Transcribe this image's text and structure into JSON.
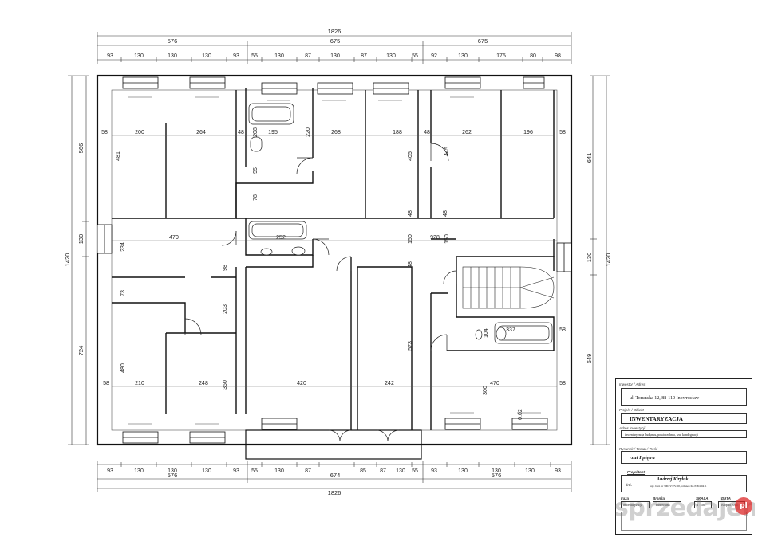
{
  "colors": {
    "line": "#111111",
    "background": "#ffffff",
    "watermark": "#808080",
    "badge": "#dc2828"
  },
  "dimensions": {
    "top_total": "1826",
    "top_mid": [
      "576",
      "675",
      "675"
    ],
    "top_small": [
      "93",
      "130",
      "130",
      "130",
      "93",
      "55",
      "130",
      "87",
      "130",
      "87",
      "130",
      "55",
      "92",
      "130",
      "175",
      "80",
      "98"
    ],
    "bottom_total": "1826",
    "bottom_mid": [
      "576",
      "674",
      "576"
    ],
    "bottom_small": [
      "93",
      "130",
      "130",
      "130",
      "93",
      "55",
      "130",
      "87",
      "85",
      "87",
      "130",
      "55",
      "93",
      "130",
      "130",
      "130",
      "93"
    ],
    "left_outer": "1420",
    "left_mid": [
      "566",
      "130",
      "724"
    ],
    "right_outer": "1420",
    "right_mid": [
      "641",
      "130",
      "649"
    ]
  },
  "interior_labels": [
    "58",
    "200",
    "264",
    "48",
    "195",
    "268",
    "188",
    "48",
    "262",
    "196",
    "58",
    "481",
    "405",
    "445",
    "95",
    "78",
    "208",
    "220",
    "470",
    "252",
    "150",
    "928",
    "234",
    "98",
    "150",
    "48",
    "48",
    "48",
    "73",
    "203",
    "573",
    "337",
    "104",
    "58",
    "480",
    "58",
    "210",
    "248",
    "350",
    "420",
    "242",
    "300",
    "470",
    "58",
    "0.02"
  ],
  "title_block": {
    "investor_label": "Inwestor / Adres",
    "address": "ul. Toruńska 12, 88-110 Inowrocław",
    "project_label": "Projekt / Obiekt",
    "project": "INWENTARYZACJA",
    "inv_label": "Adres inwestycji",
    "inv_desc": "inwentaryzacja budynku, powierzchnia, rzut kondygnacji",
    "drawing_label": "Rysunek / Temat / Treść",
    "drawing": "rzut I piętra",
    "designer_label": "Projektant",
    "designer_role": "inż.",
    "designer_name": "Andrzej Kiryluk",
    "designer_detail": "upr. bud. nr 300/IV/TV/00, członek KUJ/BO/0411",
    "phase_label": "Faza",
    "branch_label": "Branża",
    "scale_label": "SKALA",
    "date_label": "DATA",
    "phase": "inwentaryzacja",
    "branch": "budowlana",
    "scale": "1 : 50",
    "date": "listopad 2014"
  },
  "watermark": {
    "text": "sprzedajemy",
    "badge": "pl"
  }
}
